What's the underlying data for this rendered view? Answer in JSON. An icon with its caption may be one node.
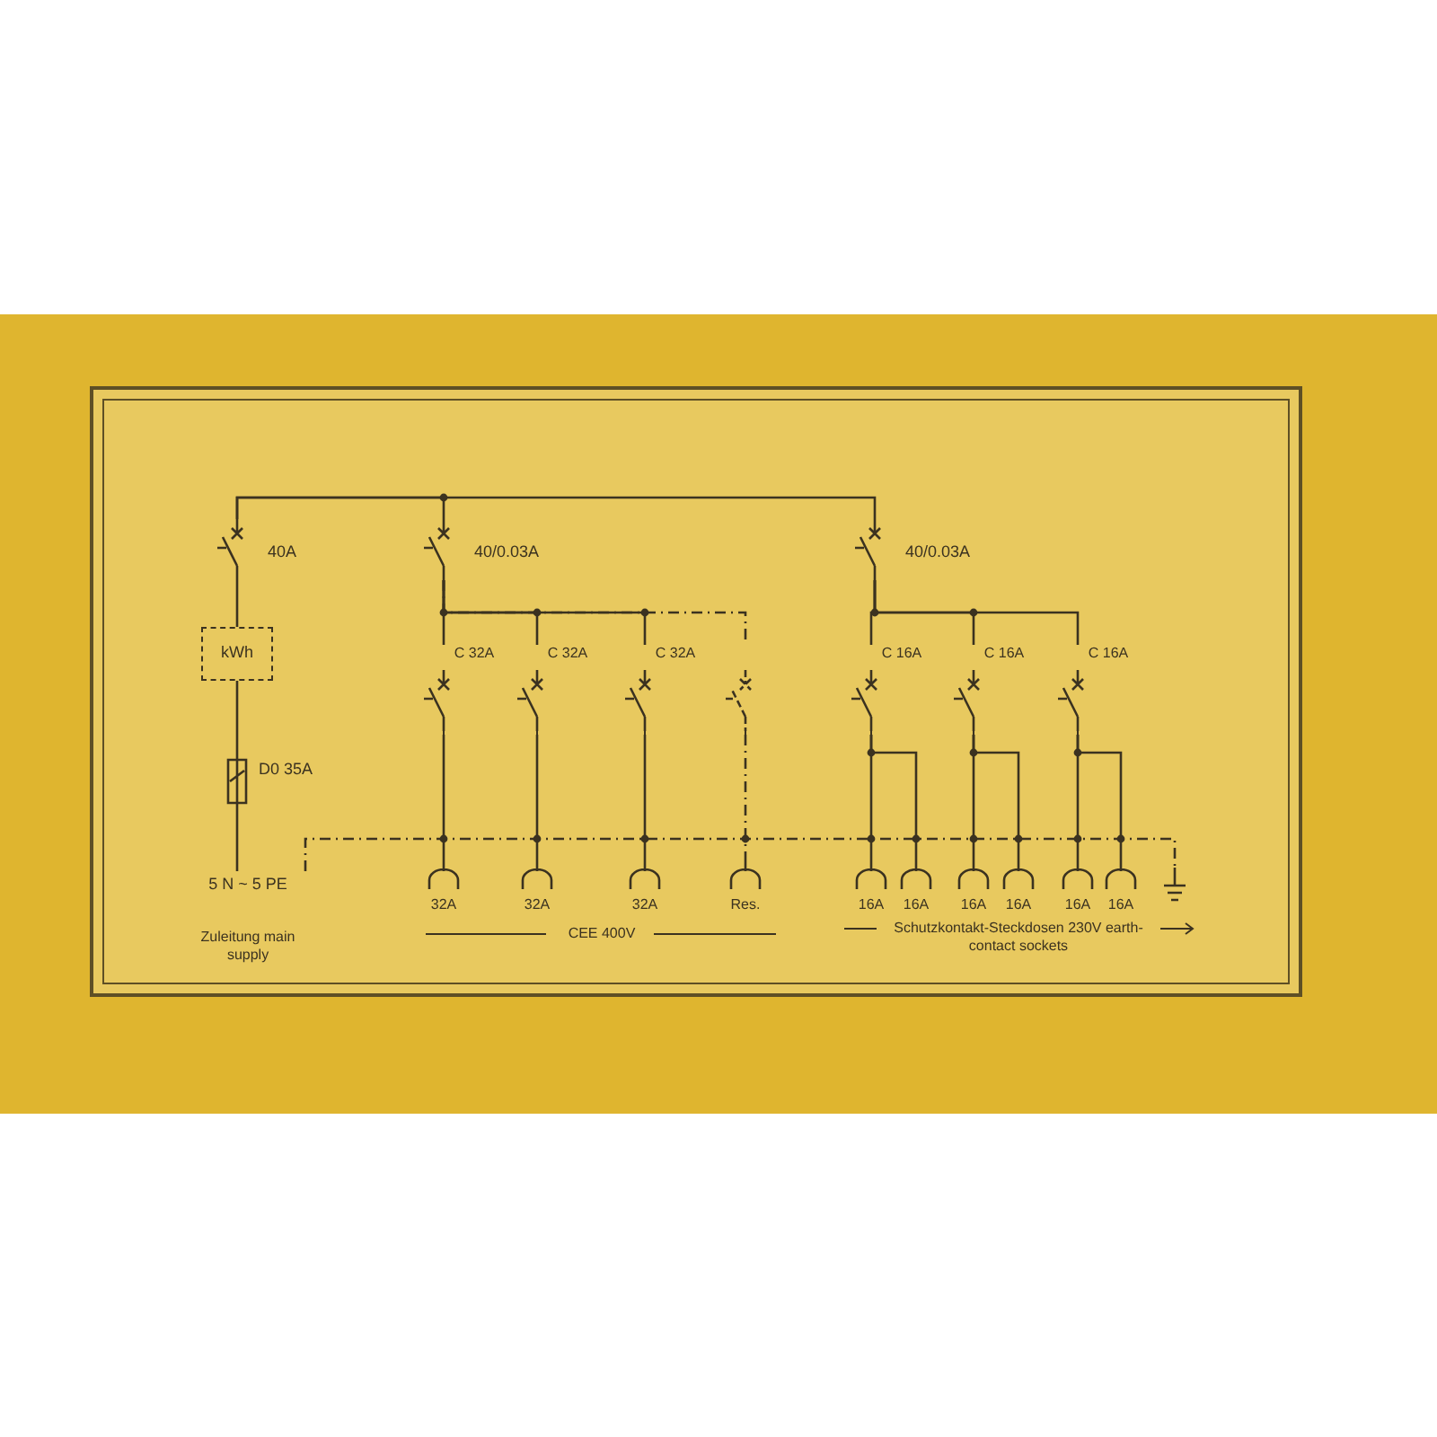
{
  "diagram": {
    "nodes": [
      {
        "text": [
          "40A"
        ]
      },
      {
        "text": [
          "kWh"
        ]
      },
      {
        "text": [
          "D0 35A"
        ]
      },
      {
        "text": [
          "5 N ~ 5 PE"
        ],
        "beside": [
          "Zuleitung main supply"
        ]
      },
      {
        "text": [
          "40/0.03A"
        ]
      },
      {
        "text": [
          "40/0.03A"
        ]
      },
      {
        "text": [
          "C 32A"
        ]
      },
      {
        "text": [
          "C 32A"
        ]
      },
      {
        "text": [
          "C 32A"
        ]
      },
      {
        "text": [],
        "shape": "switch"
      },
      {
        "text": [
          "C 16A"
        ]
      },
      {
        "text": [
          "C 16A"
        ]
      },
      {
        "text": [
          "C 16A"
        ]
      },
      {
        "text": [
          "32A"
        ]
      },
      {
        "text": [
          "32A"
        ]
      },
      {
        "text": [
          "32A"
        ]
      },
      {
        "text": [
          "Res."
        ]
      },
      {
        "text": [
          "16A"
        ]
      },
      {
        "text": [
          "16A"
        ]
      },
      {
        "text": [
          "16A"
        ]
      },
      {
        "text": [
          "16A"
        ]
      },
      {
        "text": [
          "16A"
        ]
      },
      {
        "text": [
          "16A"
        ]
      },
      {
        "text": [],
        "shape": "ground"
      }
    ],
    "edges": [
      {
        "from": 3,
        "to": 2,
        "arrow": "none"
      },
      {
        "from": 2,
        "to": 1,
        "arrow": "none"
      },
      {
        "from": 1,
        "to": 0,
        "arrow": "none"
      },
      {
        "from": 0,
        "to": 4,
        "arrow": "none"
      },
      {
        "from": 0,
        "to": 5,
        "arrow": "none"
      },
      {
        "from": 4,
        "to": 6,
        "arrow": "none"
      },
      {
        "from": 4,
        "to": 7,
        "arrow": "none"
      },
      {
        "from": 4,
        "to": 8,
        "arrow": "none"
      },
      {
        "from": 4,
        "to": 9,
        "arrow": "none",
        "style": "dashed"
      },
      {
        "from": 5,
        "to": 10,
        "arrow": "none"
      },
      {
        "from": 5,
        "to": 11,
        "arrow": "none"
      },
      {
        "from": 5,
        "to": 12,
        "arrow": "none"
      },
      {
        "from": 6,
        "to": 13,
        "arrow": "none"
      },
      {
        "from": 7,
        "to": 14,
        "arrow": "none"
      },
      {
        "from": 8,
        "to": 15,
        "arrow": "none"
      },
      {
        "from": 9,
        "to": 16,
        "arrow": "none",
        "style": "dashed"
      },
      {
        "from": 10,
        "to": 17,
        "arrow": "none"
      },
      {
        "from": 10,
        "to": 18,
        "arrow": "none"
      },
      {
        "from": 11,
        "to": 19,
        "arrow": "none"
      },
      {
        "from": 11,
        "to": 20,
        "arrow": "none"
      },
      {
        "from": 12,
        "to": 21,
        "arrow": "none"
      },
      {
        "from": 12,
        "to": 22,
        "arrow": "none"
      },
      {
        "from": 3,
        "to": 23,
        "arrow": "none",
        "style": "dashed"
      }
    ],
    "labels": [
      "CEE 400V",
      "Schutzkontakt-Steckdosen 230V earth-contact sockets"
    ]
  }
}
